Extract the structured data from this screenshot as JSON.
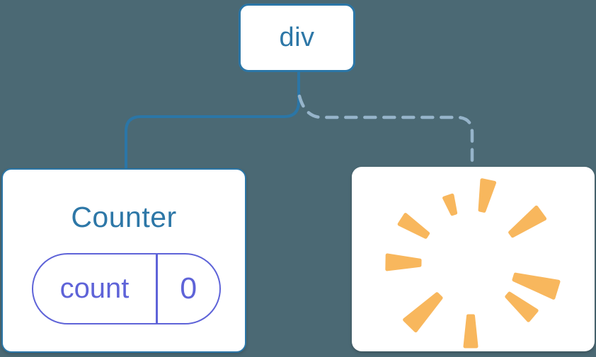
{
  "diagram": {
    "description": "Component tree: a div root keeps the Counter child (solid link) while another child is removed (dashed link to poof burst)",
    "root": {
      "label": "div"
    },
    "children": [
      {
        "kind": "component",
        "title": "Counter",
        "link_style": "solid",
        "state": {
          "key": "count",
          "value": "0"
        }
      },
      {
        "kind": "removed",
        "icon": "poof-burst",
        "link_style": "dashed"
      }
    ]
  },
  "colors": {
    "background": "#4b6974",
    "node_border": "#2b76a7",
    "node_text": "#2d77a7",
    "card_bg": "#ffffff",
    "solid_line": "#2b76a7",
    "dashed_line": "#96b4ca",
    "state_accent": "#5e63d8",
    "poof": "#f8b75d"
  }
}
